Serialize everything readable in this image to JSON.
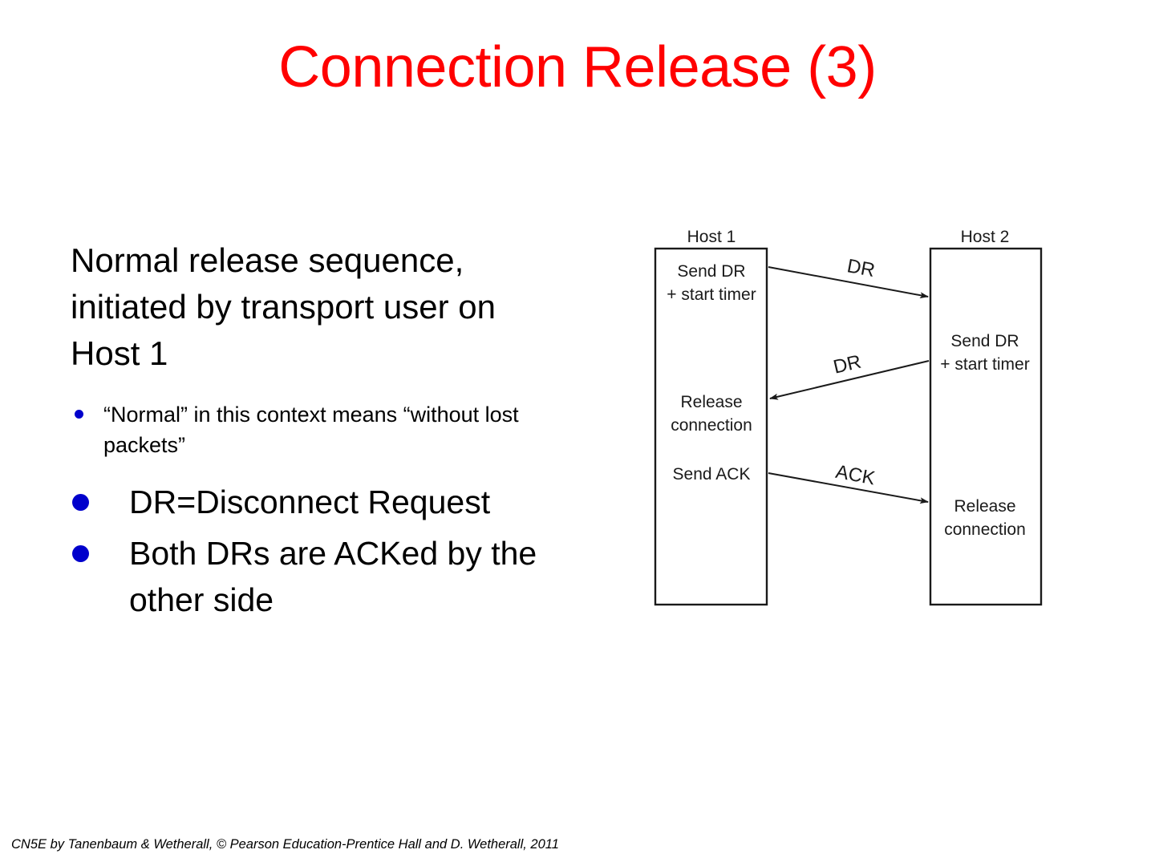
{
  "slide": {
    "title": "Connection Release (3)",
    "title_color": "#ff0000",
    "bullet_color": "#0000cc"
  },
  "content": {
    "lead_paragraph": "Normal release sequence, initiated by transport user on Host 1",
    "bullets": [
      {
        "text": "“Normal” in this context means “without lost packets”",
        "size": "small"
      },
      {
        "text": "DR=Disconnect Request",
        "size": "large"
      },
      {
        "text": "Both DRs are ACKed by the other side",
        "size": "large"
      }
    ]
  },
  "diagram": {
    "type": "sequence-diagram",
    "hosts": [
      {
        "label": "Host 1"
      },
      {
        "label": "Host 2"
      }
    ],
    "host1_events": [
      "Send DR",
      "+ start timer",
      "Release",
      "connection",
      "Send ACK"
    ],
    "host2_events": [
      "Send DR",
      "+ start timer",
      "Release",
      "connection"
    ],
    "messages": [
      {
        "label": "DR",
        "direction": "host1-to-host2"
      },
      {
        "label": "DR",
        "direction": "host2-to-host1"
      },
      {
        "label": "ACK",
        "direction": "host1-to-host2"
      }
    ]
  },
  "footer": {
    "credit": "CN5E by Tanenbaum & Wetherall, © Pearson Education-Prentice Hall and D. Wetherall, 2011"
  }
}
